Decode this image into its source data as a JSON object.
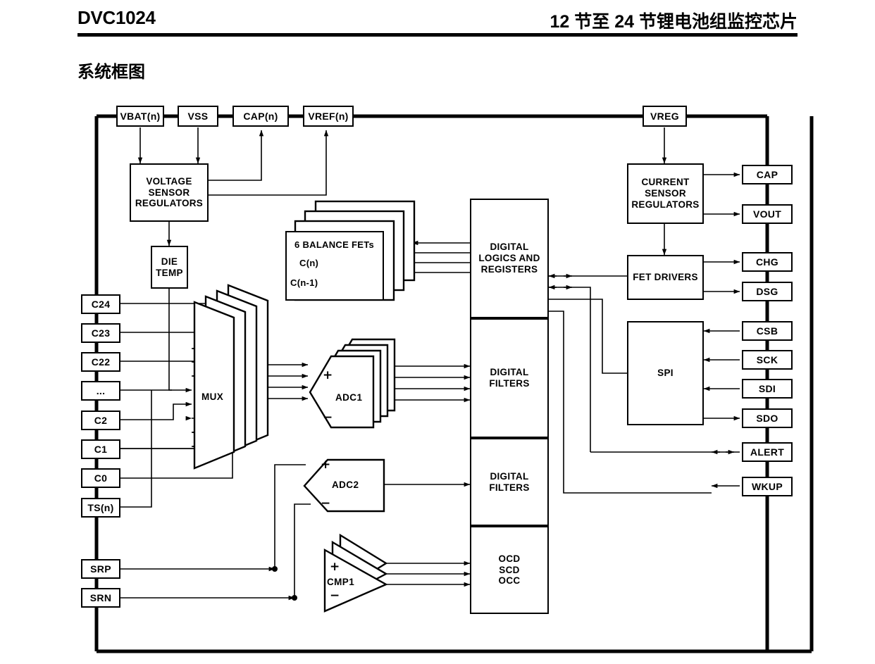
{
  "header": {
    "part_number": "DVC1024",
    "title_cn": "12 节至 24 节锂电池组监控芯片",
    "section_title": "系统框图"
  },
  "diagram": {
    "top_pins": [
      {
        "label": "VBAT(n)"
      },
      {
        "label": "VSS"
      },
      {
        "label": "CAP(n)"
      },
      {
        "label": "VREF(n)"
      },
      {
        "label": "VREG"
      }
    ],
    "left_pins": [
      {
        "label": "C24"
      },
      {
        "label": "C23"
      },
      {
        "label": "C22"
      },
      {
        "label": "..."
      },
      {
        "label": "C2"
      },
      {
        "label": "C1"
      },
      {
        "label": "C0"
      },
      {
        "label": "TS(n)"
      },
      {
        "label": "SRP"
      },
      {
        "label": "SRN"
      }
    ],
    "right_pins": [
      {
        "label": "CAP"
      },
      {
        "label": "VOUT"
      },
      {
        "label": "CHG"
      },
      {
        "label": "DSG"
      },
      {
        "label": "CSB"
      },
      {
        "label": "SCK"
      },
      {
        "label": "SDI"
      },
      {
        "label": "SDO"
      },
      {
        "label": "ALERT"
      },
      {
        "label": "WKUP"
      }
    ],
    "blocks": {
      "voltage_sensor_regulators": "VOLTAGE\nSENSOR\nREGULATORS",
      "die_temp": "DIE\nTEMP",
      "balance_fets": "6 BALANCE FETs",
      "balance_fet_node_top": "C(n)",
      "balance_fet_node_bottom": "C(n-1)",
      "mux": "MUX",
      "adc1": "ADC1",
      "adc2": "ADC2",
      "cmp1": "CMP1",
      "digital_logics": "DIGITAL\nLOGICS AND\nREGISTERS",
      "digital_filters_1": "DIGITAL\nFILTERS",
      "digital_filters_2": "DIGITAL\nFILTERS",
      "protection": "OCD\nSCD\nOCC",
      "current_sensor_regulators": "CURRENT\nSENSOR\nREGULATORS",
      "fet_drivers": "FET DRIVERS",
      "spi": "SPI"
    },
    "signs": {
      "plus": "+",
      "minus": "−"
    }
  },
  "colors": {
    "ink": "#000000",
    "background": "#ffffff"
  }
}
